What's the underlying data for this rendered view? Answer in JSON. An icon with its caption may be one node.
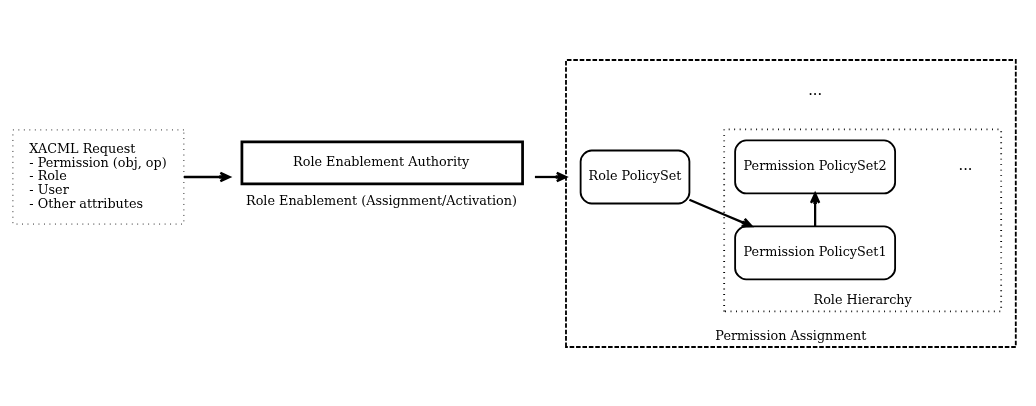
{
  "diagram": {
    "nodes": [
      {
        "text": [
          "XACML Request",
          "- Permission (obj, op)",
          "- Role",
          "- User",
          "- Other attributes"
        ]
      },
      {
        "text": [
          "Role Enablement Authority"
        ],
        "beside": [
          "Role Enablement (Assignment/Activation)"
        ]
      },
      {
        "text": [
          "Permission Assignment"
        ]
      },
      {
        "text": [
          "Role PolicySet"
        ],
        "in": 2
      },
      {
        "text": [
          "Role Hierarchy"
        ],
        "in": 2
      },
      {
        "text": [
          "Permission PolicySet1"
        ],
        "in": 4
      },
      {
        "text": [
          "Permission PolicySet2"
        ],
        "in": 4
      }
    ],
    "edges": [
      {
        "from": 0,
        "to": 1,
        "arrow": "to"
      },
      {
        "from": 1,
        "to": 2,
        "arrow": "to"
      },
      {
        "from": 3,
        "to": 5,
        "arrow": "to"
      },
      {
        "from": 5,
        "to": 6,
        "arrow": "to"
      }
    ],
    "labels": [
      "...",
      "..."
    ]
  }
}
